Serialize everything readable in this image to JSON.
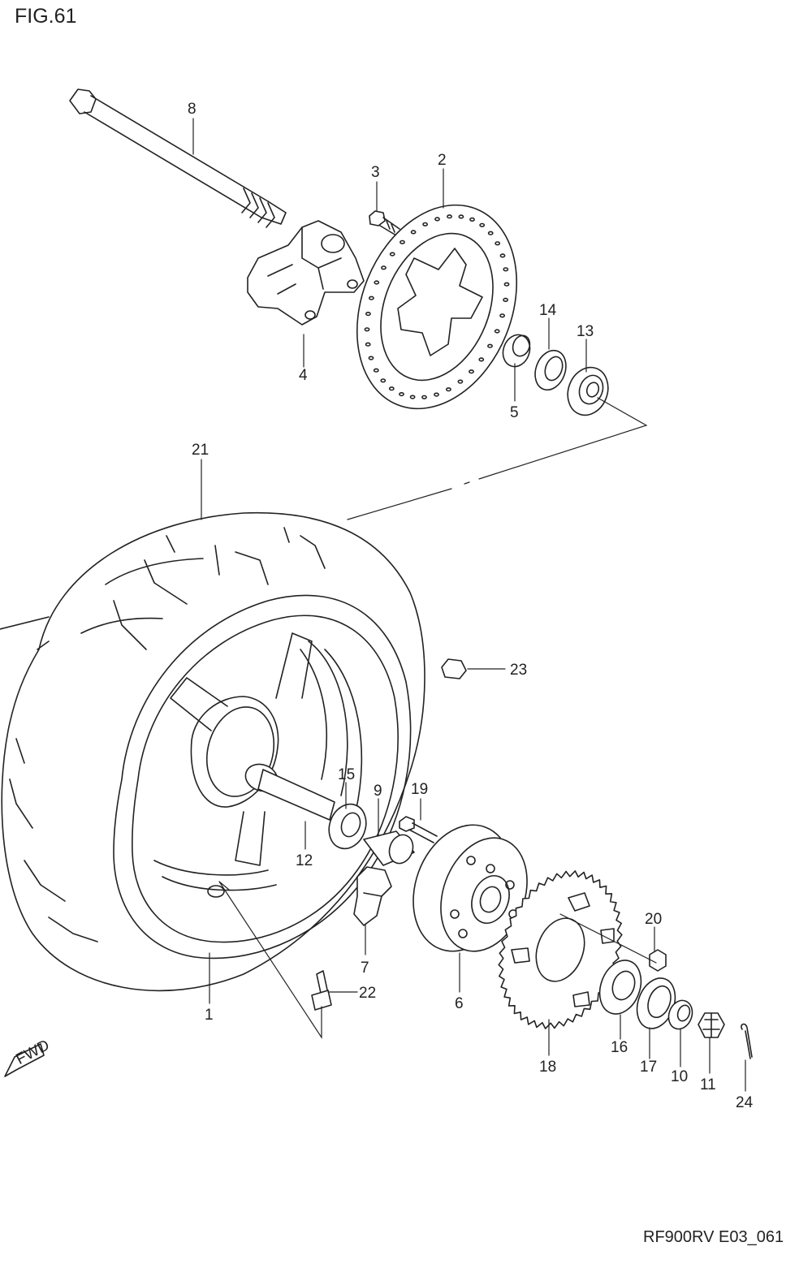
{
  "figure": {
    "title": "FIG.61",
    "code": "RF900RV E03_061",
    "fwd_badge": "FWD"
  },
  "callouts": [
    {
      "id": "c8",
      "number": "8"
    },
    {
      "id": "c3",
      "number": "3"
    },
    {
      "id": "c2",
      "number": "2"
    },
    {
      "id": "c14",
      "number": "14"
    },
    {
      "id": "c13",
      "number": "13"
    },
    {
      "id": "c4",
      "number": "4"
    },
    {
      "id": "c5",
      "number": "5"
    },
    {
      "id": "c21",
      "number": "21"
    },
    {
      "id": "c23",
      "number": "23"
    },
    {
      "id": "c15",
      "number": "15"
    },
    {
      "id": "c9",
      "number": "9"
    },
    {
      "id": "c19",
      "number": "19"
    },
    {
      "id": "c12",
      "number": "12"
    },
    {
      "id": "c20",
      "number": "20"
    },
    {
      "id": "c7",
      "number": "7"
    },
    {
      "id": "c6",
      "number": "6"
    },
    {
      "id": "c22",
      "number": "22"
    },
    {
      "id": "c1",
      "number": "1"
    },
    {
      "id": "c16",
      "number": "16"
    },
    {
      "id": "c17",
      "number": "17"
    },
    {
      "id": "c10",
      "number": "10"
    },
    {
      "id": "c11",
      "number": "11"
    },
    {
      "id": "c18",
      "number": "18"
    },
    {
      "id": "c24",
      "number": "24"
    }
  ]
}
